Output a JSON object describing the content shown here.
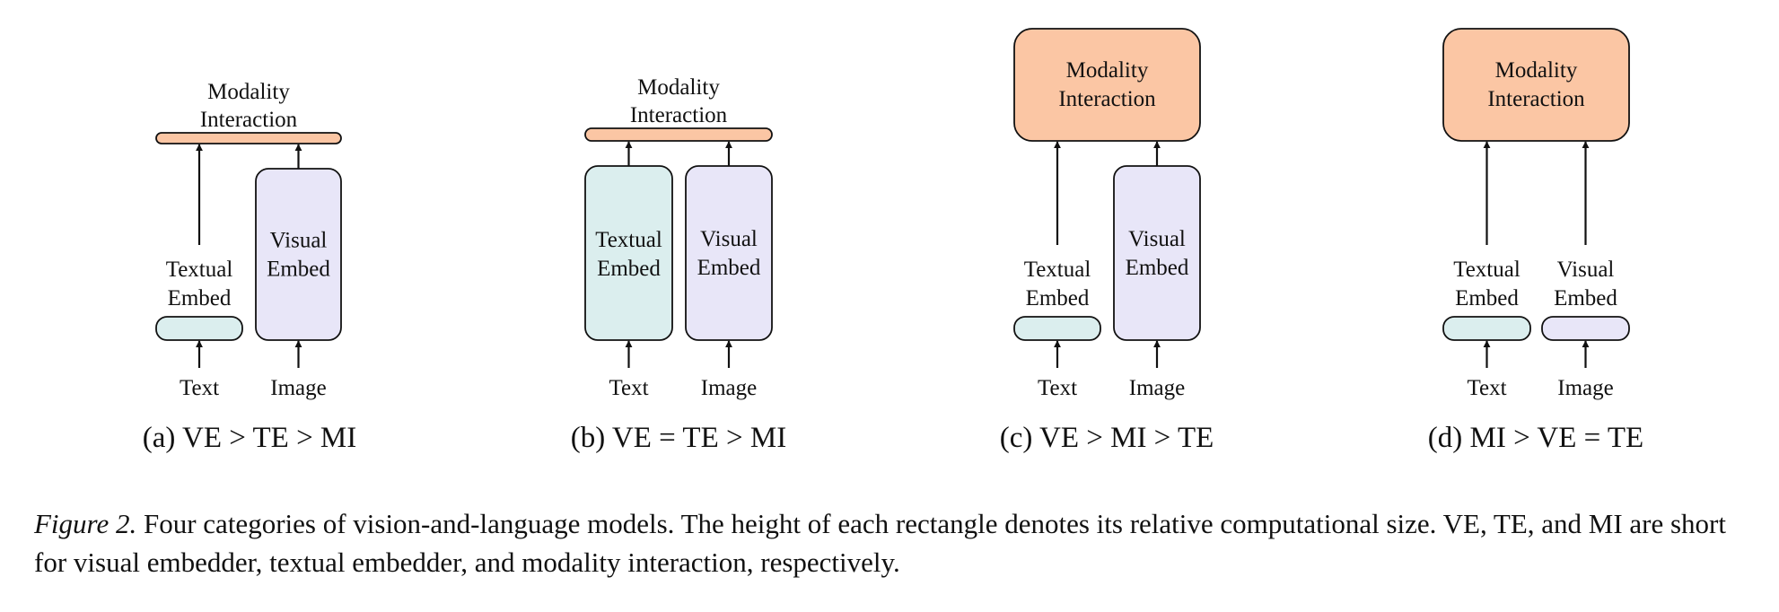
{
  "colors": {
    "modality": "#fbc6a4",
    "textual": "#dbeeee",
    "visual": "#e8e6f8",
    "stroke": "#111111"
  },
  "panels": [
    {
      "id": "a",
      "caption": "(a) VE > TE > MI",
      "modality_lines": [
        "Modality",
        "Interaction"
      ],
      "textual_lines": [
        "Textual",
        "Embed"
      ],
      "visual_lines": [
        "Visual",
        "Embed"
      ],
      "text_input": "Text",
      "image_input": "Image"
    },
    {
      "id": "b",
      "caption": "(b) VE = TE > MI",
      "modality_lines": [
        "Modality",
        "Interaction"
      ],
      "textual_lines": [
        "Textual",
        "Embed"
      ],
      "visual_lines": [
        "Visual",
        "Embed"
      ],
      "text_input": "Text",
      "image_input": "Image"
    },
    {
      "id": "c",
      "caption": "(c) VE > MI > TE",
      "modality_lines": [
        "Modality",
        "Interaction"
      ],
      "textual_lines": [
        "Textual",
        "Embed"
      ],
      "visual_lines": [
        "Visual",
        "Embed"
      ],
      "text_input": "Text",
      "image_input": "Image"
    },
    {
      "id": "d",
      "caption": "(d) MI > VE = TE",
      "modality_lines": [
        "Modality",
        "Interaction"
      ],
      "textual_lines": [
        "Textual",
        "Embed"
      ],
      "visual_lines": [
        "Visual",
        "Embed"
      ],
      "text_input": "Text",
      "image_input": "Image"
    }
  ],
  "figure_caption": {
    "label": "Figure 2.",
    "text": " Four categories of vision-and-language models. The height of each rectangle denotes its relative computational size. VE, TE, and MI are short for visual embedder, textual embedder, and modality interaction, respectively."
  }
}
